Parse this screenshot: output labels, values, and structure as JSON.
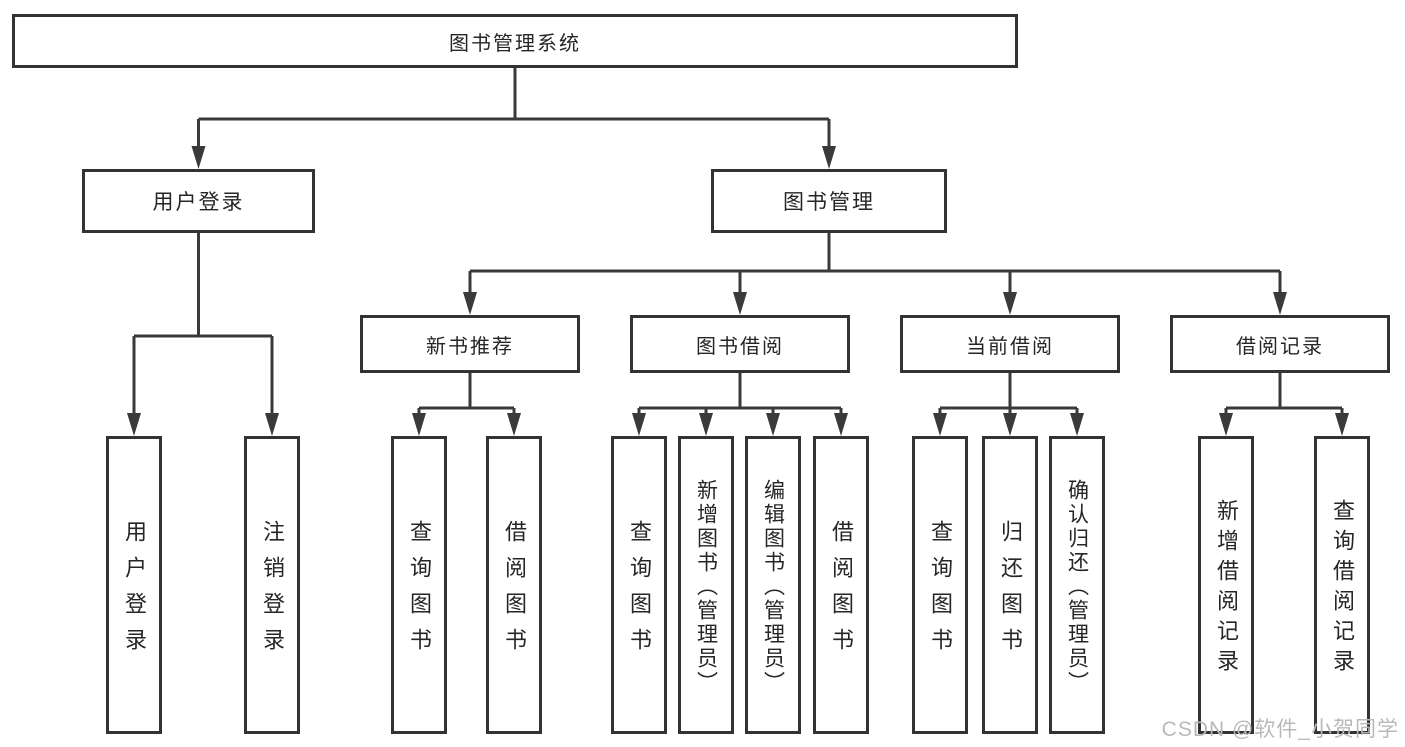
{
  "tree": {
    "label": "图书管理系统",
    "children": [
      {
        "label": "用户登录",
        "children": [
          {
            "label": "用户登录"
          },
          {
            "label": "注销登录"
          }
        ]
      },
      {
        "label": "图书管理",
        "children": [
          {
            "label": "新书推荐",
            "children": [
              {
                "label": "查询图书"
              },
              {
                "label": "借阅图书"
              }
            ]
          },
          {
            "label": "图书借阅",
            "children": [
              {
                "label": "查询图书"
              },
              {
                "label": "新增图书（管理员）"
              },
              {
                "label": "编辑图书（管理员）"
              },
              {
                "label": "借阅图书"
              }
            ]
          },
          {
            "label": "当前借阅",
            "children": [
              {
                "label": "查询图书"
              },
              {
                "label": "归还图书"
              },
              {
                "label": "确认归还（管理员）"
              }
            ]
          },
          {
            "label": "借阅记录",
            "children": [
              {
                "label": "新增借阅记录"
              },
              {
                "label": "查询借阅记录"
              }
            ]
          }
        ]
      }
    ]
  },
  "watermark": {
    "text": "CSDN @软件_小贺同学"
  },
  "colors": {
    "line": "#3a3a3a",
    "box_border": "#333333",
    "text": "#262626",
    "watermark": "#b9b9b9"
  }
}
